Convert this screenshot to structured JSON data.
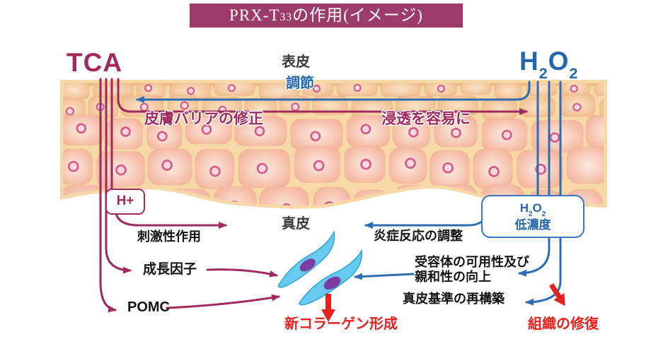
{
  "title": {
    "pre": "PRX-T",
    "sub": "33",
    "post": "の作用(イメージ)"
  },
  "agents": {
    "tca": "TCA",
    "h2o2_parts": [
      "H",
      "2",
      "O",
      "2"
    ]
  },
  "skin_layers": {
    "epidermis": "表皮",
    "dermis": "真皮"
  },
  "annotations": {
    "regulation": "調節",
    "barrier_repair": "皮膚バリアの修正",
    "ease_penetration": "浸透を容易に",
    "h_plus": "H+",
    "irritant_action": "刺激性作用",
    "inflammation_control": "炎症反応の調整",
    "h2o2_low_label": "低濃度",
    "growth_factor": "成長因子",
    "pomc": "POMC",
    "receptor_line1": "受容体の可用性及び",
    "receptor_line2": "親和性の向上",
    "dermal_rebuild": "真皮基準の再構築"
  },
  "outcomes": {
    "new_collagen": "新コラーゲン形成",
    "tissue_repair": "組織の修復"
  },
  "colors": {
    "banner_bg": "#9C3A69",
    "magenta": "#A02A5E",
    "blue": "#2E6CB5",
    "blue_text": "#2467AF",
    "red": "#E9201D"
  }
}
